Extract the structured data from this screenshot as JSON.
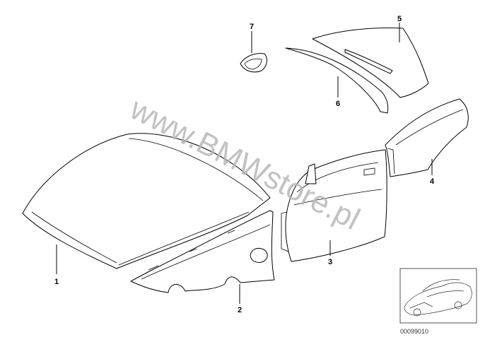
{
  "callouts": [
    {
      "id": "1",
      "label": "1"
    },
    {
      "id": "2",
      "label": "2"
    },
    {
      "id": "3",
      "label": "3"
    },
    {
      "id": "4",
      "label": "4"
    },
    {
      "id": "5",
      "label": "5"
    },
    {
      "id": "6",
      "label": "6"
    },
    {
      "id": "7",
      "label": "7"
    }
  ],
  "watermark": "www.BMWstore.pl",
  "reference_number": "00099010",
  "colors": {
    "line": "#000000",
    "watermark": "#b8b8b8",
    "background": "#ffffff"
  }
}
